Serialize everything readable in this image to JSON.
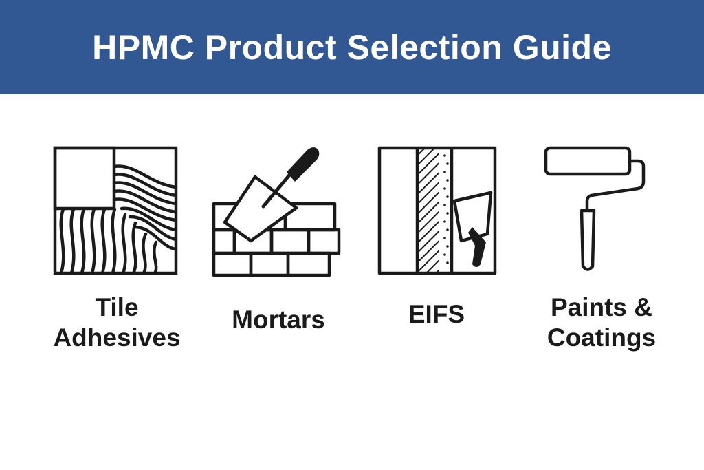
{
  "header": {
    "title": "HPMC Product Selection Guide",
    "background_color": "#325894",
    "text_color": "#ffffff"
  },
  "categories": [
    {
      "icon": "tile-adhesive-icon",
      "label_line1": "Tile",
      "label_line2": "Adhesives"
    },
    {
      "icon": "brick-trowel-icon",
      "label_line1": "Mortars"
    },
    {
      "icon": "eifs-wall-layers-icon",
      "label_line1": "EIFS"
    },
    {
      "icon": "paint-roller-icon",
      "label_line1": "Paints &",
      "label_line2": "Coatings"
    }
  ]
}
